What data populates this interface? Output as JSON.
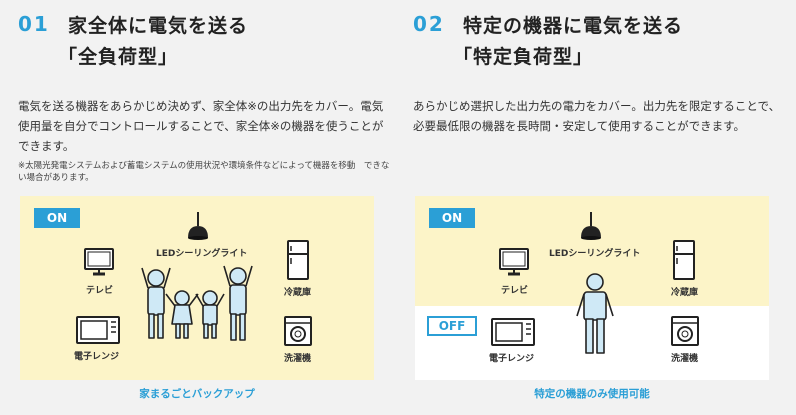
{
  "left": {
    "number": "01",
    "title_line1": "家全体に電気を送る",
    "title_line2": "「全負荷型」",
    "desc": "電気を送る機器をあらかじめ決めず、家全体※の出力先をカバー。電気使用量を自分でコントロールすることで、家全体※の機器を使うことができます。",
    "note": "※太陽光発電システムおよび蓄電システムの使用状況や環境条件などによって機器を移動　できない場合があります。",
    "badge_on": "ON",
    "labels": {
      "light": "LEDシーリングライト",
      "tv": "テレビ",
      "fridge": "冷蔵庫",
      "microwave": "電子レンジ",
      "washer": "洗濯機"
    },
    "caption": "家まるごとバックアップ"
  },
  "right": {
    "number": "02",
    "title_line1": "特定の機器に電気を送る",
    "title_line2": "「特定負荷型」",
    "desc": "あらかじめ選択した出力先の電力をカバー。出力先を限定することで、必要最低限の機器を長時間・安定して使用することができます。",
    "badge_on": "ON",
    "badge_off": "OFF",
    "labels": {
      "light": "LEDシーリングライト",
      "tv": "テレビ",
      "fridge": "冷蔵庫",
      "microwave": "電子レンジ",
      "washer": "洗濯機"
    },
    "caption": "特定の機器のみ使用可能"
  },
  "colors": {
    "accent": "#2b9fd6",
    "panel_bg": "#fcf4c8",
    "off_bg": "#ffffff",
    "people": "#cfe9f6"
  }
}
